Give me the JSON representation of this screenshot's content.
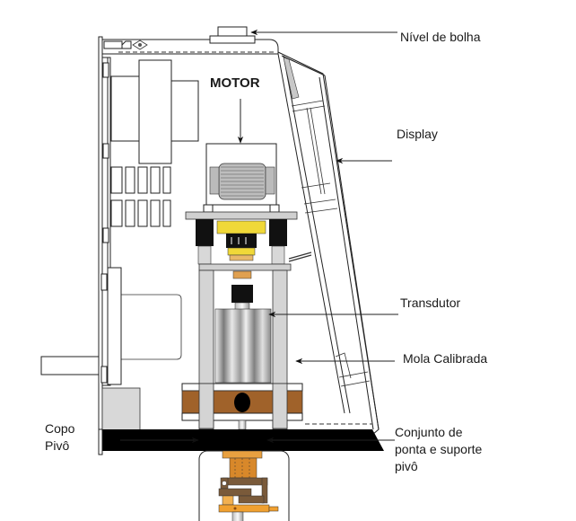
{
  "title": "Diagrama do viscosímetro",
  "labels": {
    "motor": "MOTOR",
    "nivel": "Nível de bolha",
    "display": "Display",
    "transdutor": "Transdutor",
    "mola": "Mola Calibrada",
    "copo_line1": "Copo",
    "copo_line2": "Pivô",
    "conjunto_line1": "Conjunto de",
    "conjunto_line2": "ponta e suporte",
    "conjunto_line3": "pivô"
  },
  "colors": {
    "spring": "#a0622a",
    "spring_light": "#c98a4a",
    "pivot_orange": "#f0a030",
    "pivot_brown": "#7a5a3a",
    "yellow": "#f0d838",
    "base": "#000000",
    "grey_panel": "#d8d8d8"
  }
}
